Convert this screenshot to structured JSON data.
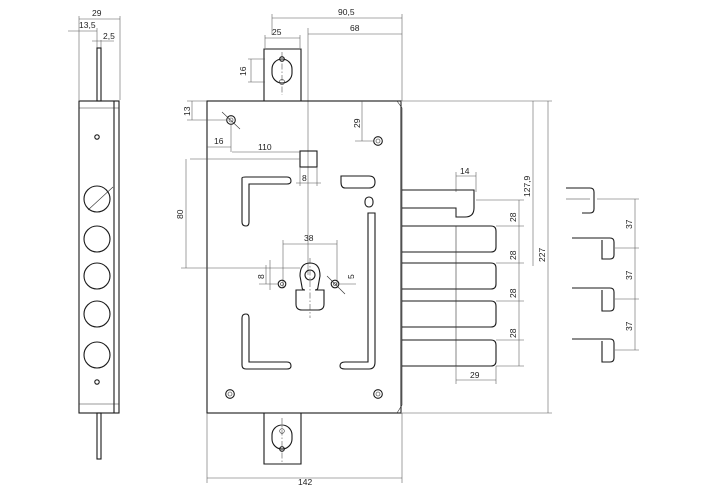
{
  "drawing": {
    "line_color": "#1a1a1a",
    "background": "#ffffff",
    "side_view": {
      "dims": {
        "overall_width": "29",
        "offset": "13,5",
        "plate": "2,5"
      }
    },
    "case": {
      "dims": {
        "top_width": "90,5",
        "top_to_hole": "68",
        "tab_width": "25",
        "tab_slot": "16",
        "hole_top": "13",
        "hole_left": "16",
        "hole_right": "29",
        "spindle_offset": "110",
        "spindle_square": "8",
        "backset": "80",
        "cylinder_width": "38",
        "cylinder_left": "8",
        "cylinder_right": "5",
        "overall_width": "142"
      }
    },
    "bolts": {
      "dims": {
        "latch_width": "14",
        "bolt_pitch": [
          "28",
          "28",
          "28",
          "28"
        ],
        "bolt_length": "29",
        "case_height": "127,9",
        "overall_height": "227"
      }
    },
    "bolt_details": {
      "dims": {
        "pitch": [
          "37",
          "37",
          "37"
        ]
      }
    }
  }
}
